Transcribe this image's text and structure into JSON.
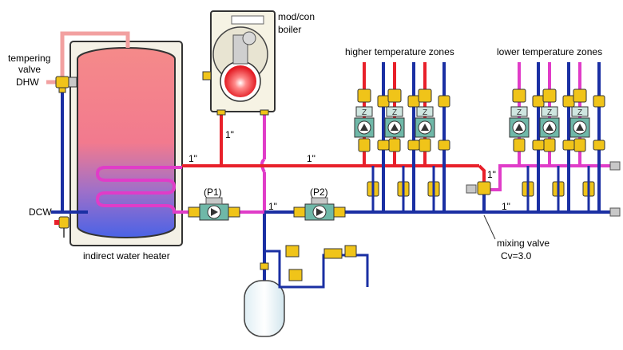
{
  "labels": {
    "tempering_valve": "tempering",
    "tempering_valve_2": "valve",
    "dhw": "DHW",
    "dcw": "DCW",
    "indirect_water_heater": "indirect water heater",
    "boiler_1": "mod/con",
    "boiler_2": "boiler",
    "higher_zones": "higher temperature zones",
    "lower_zones": "lower temperature zones",
    "pump_p1": "(P1)",
    "pump_p2": "(P2)",
    "mixing_valve": "mixing valve",
    "cv": "Cv=3.0",
    "size_boiler_supply": "1\"",
    "size_main_supply_left": "1\"",
    "size_main_supply_right": "1\"",
    "size_return_mid": "1\"",
    "size_mix_out": "1\"",
    "size_return_right": "1\""
  },
  "colors": {
    "hot_supply": "#e8202a",
    "cold_return": "#1a2fa3",
    "mixed": "#e03cc8",
    "dhw_line": "#f2a6a6",
    "valve_body": "#f0c419",
    "pump_body": "#6fb8a8",
    "tank_top": "#f58a8a",
    "tank_bottom": "#5a6ee8",
    "boiler_flame": "#e8202a"
  },
  "icons": {
    "pump": "circulator-pump-icon",
    "zone_valve": "zone-valve-icon",
    "mixing_valve": "three-way-mixing-valve-icon",
    "expansion_tank": "expansion-tank-icon"
  }
}
